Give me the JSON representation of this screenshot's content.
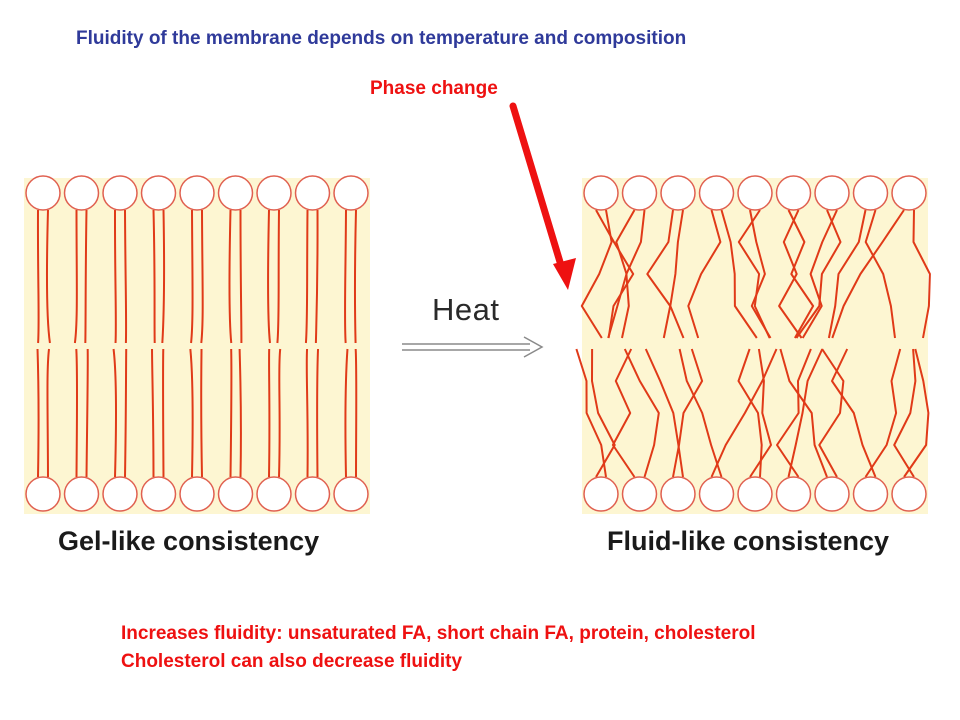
{
  "title": "Fluidity of the membrane depends on temperature and composition",
  "phase_label": "Phase change",
  "heat_label": "Heat",
  "gel_caption": "Gel-like consistency",
  "fluid_caption": "Fluid-like consistency",
  "notes": [
    "Increases fluidity: unsaturated FA, short chain FA, protein, cholesterol",
    "Cholesterol can also decrease fluidity"
  ],
  "colors": {
    "title": "#2f3a9a",
    "accent_red": "#ee1111",
    "membrane_bg": "#fdf6d2",
    "chain": "#e03a18",
    "head_stroke": "#e06050",
    "arrow_gray": "#8a8a8a"
  }
}
